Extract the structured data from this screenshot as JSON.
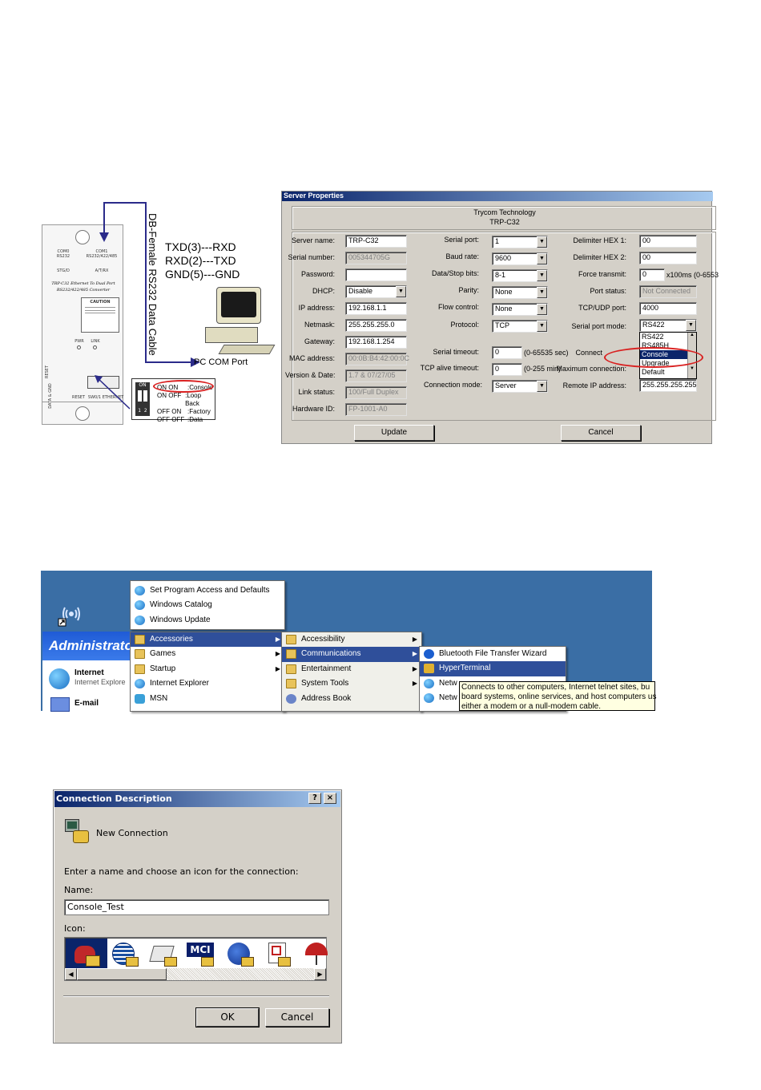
{
  "diagram": {
    "device": {
      "port1_label": "COM0",
      "port1_sub": "RS232",
      "port2_label": "COM1",
      "port2_sub": "RS232/422/485",
      "led1": "STG/D",
      "led2": "A/T/RX",
      "title": "TRP-C32 Ethernet To Dual Port",
      "subtitle": "RS232/422/485 Converter",
      "caution_title": "CAUTION",
      "led3": "PWR",
      "led4": "LINK",
      "side_left1": "RESET",
      "side_left2": "DATA & GND",
      "bottom1": "RESET",
      "bottom2": "SW0/1",
      "bottom3": "ETHERNET"
    },
    "cable_label": "DB-Female RS232 Data Cable",
    "pins": [
      "TXD(3)---RXD",
      "RXD(2)---TXD",
      "GND(5)---GND"
    ],
    "pc_label": "PC COM Port",
    "switch": {
      "on_label": "ON",
      "positions": "1  2",
      "rows": [
        {
          "state": "ON ON",
          "mode": ":Console"
        },
        {
          "state": "ON OFF",
          "mode": ":Loop Back"
        },
        {
          "state": "OFF ON",
          "mode": ":Factory"
        },
        {
          "state": "OFF OFF",
          "mode": ":Data"
        }
      ]
    }
  },
  "server": {
    "title": "Server Properties",
    "company": "Trycom Technology",
    "model": "TRP-C32",
    "col1": [
      {
        "label": "Server name:",
        "value": "TRP-C32",
        "type": "text"
      },
      {
        "label": "Serial number:",
        "value": "005344705G",
        "type": "disabled"
      },
      {
        "label": "Password:",
        "value": "",
        "type": "text"
      },
      {
        "label": "DHCP:",
        "value": "Disable",
        "type": "combo"
      },
      {
        "label": "IP address:",
        "value": "192.168.1.1",
        "type": "text"
      },
      {
        "label": "Netmask:",
        "value": "255.255.255.0",
        "type": "text"
      },
      {
        "label": "Gateway:",
        "value": "192.168.1.254",
        "type": "text"
      },
      {
        "label": "MAC address:",
        "value": "00:0B:B4:42:00:0C",
        "type": "disabled"
      },
      {
        "label": "Version & Date:",
        "value": "1.7 & 07/27/05",
        "type": "disabled"
      },
      {
        "label": "Link status:",
        "value": "100/Full Duplex",
        "type": "disabled"
      },
      {
        "label": "Hardware ID:",
        "value": "FP-1001-A0",
        "type": "disabled"
      }
    ],
    "col2": [
      {
        "label": "Serial port:",
        "value": "1",
        "type": "combo"
      },
      {
        "label": "Baud rate:",
        "value": "9600",
        "type": "combo"
      },
      {
        "label": "Data/Stop bits:",
        "value": "8-1",
        "type": "combo"
      },
      {
        "label": "Parity:",
        "value": "None",
        "type": "combo"
      },
      {
        "label": "Flow control:",
        "value": "None",
        "type": "combo"
      },
      {
        "label": "Protocol:",
        "value": "TCP",
        "type": "combo"
      }
    ],
    "col2_lower": [
      {
        "label": "Serial timeout:",
        "value": "0",
        "unit": "(0-65535 sec)"
      },
      {
        "label": "TCP alive timeout:",
        "value": "0",
        "unit": "(0-255 min)"
      },
      {
        "label": "Connection mode:",
        "value": "Server",
        "type": "combo"
      }
    ],
    "col3": [
      {
        "label": "Delimiter HEX 1:",
        "value": "00",
        "type": "text"
      },
      {
        "label": "Delimiter HEX 2:",
        "value": "00",
        "type": "text"
      },
      {
        "label": "Force transmit:",
        "value": "0",
        "type": "text",
        "unit": "x100ms (0-6553"
      },
      {
        "label": "Port status:",
        "value": "Not Connected",
        "type": "disabled"
      },
      {
        "label": "TCP/UDP port:",
        "value": "4000",
        "type": "text"
      },
      {
        "label": "Serial port mode:",
        "value": "RS422",
        "type": "combo"
      }
    ],
    "connect_label": "Connect",
    "max_conn_label": "Maximum connection:",
    "remote_ip_label": "Remote IP address:",
    "remote_ip_value": "255.255.255.255",
    "mode_options": [
      "RS422",
      "RS485H",
      "Console",
      "Upgrade",
      "Default"
    ],
    "update_button": "Update",
    "cancel_button": "Cancel"
  },
  "startmenu": {
    "top_menu": [
      "Set Program Access and Defaults",
      "Windows Catalog",
      "Windows Update"
    ],
    "programs": [
      "Accessories",
      "Games",
      "Startup",
      "Internet Explorer",
      "MSN"
    ],
    "accessories": [
      "Accessibility",
      "Communications",
      "Entertainment",
      "System Tools",
      "Address Book"
    ],
    "communications": [
      "Bluetooth File Transfer Wizard",
      "HyperTerminal",
      "Netw",
      "Netw"
    ],
    "admin_label": "Administrato",
    "pinned": [
      {
        "title": "Internet",
        "sub": "Internet Explore"
      },
      {
        "title": "E-mail",
        "sub": ""
      }
    ],
    "tooltip": [
      "Connects to other computers, Internet telnet sites, bu",
      "board systems, online services, and host computers us",
      "either a modem or a null-modem cable."
    ]
  },
  "conndlg": {
    "title": "Connection Description",
    "help_btn": "?",
    "close_btn": "×",
    "heading": "New Connection",
    "instruction": "Enter a name and choose an icon for the connection:",
    "name_label": "Name:",
    "name_value": "Console_Test",
    "icon_label": "Icon:",
    "ok_button": "OK",
    "cancel_button": "Cancel"
  }
}
